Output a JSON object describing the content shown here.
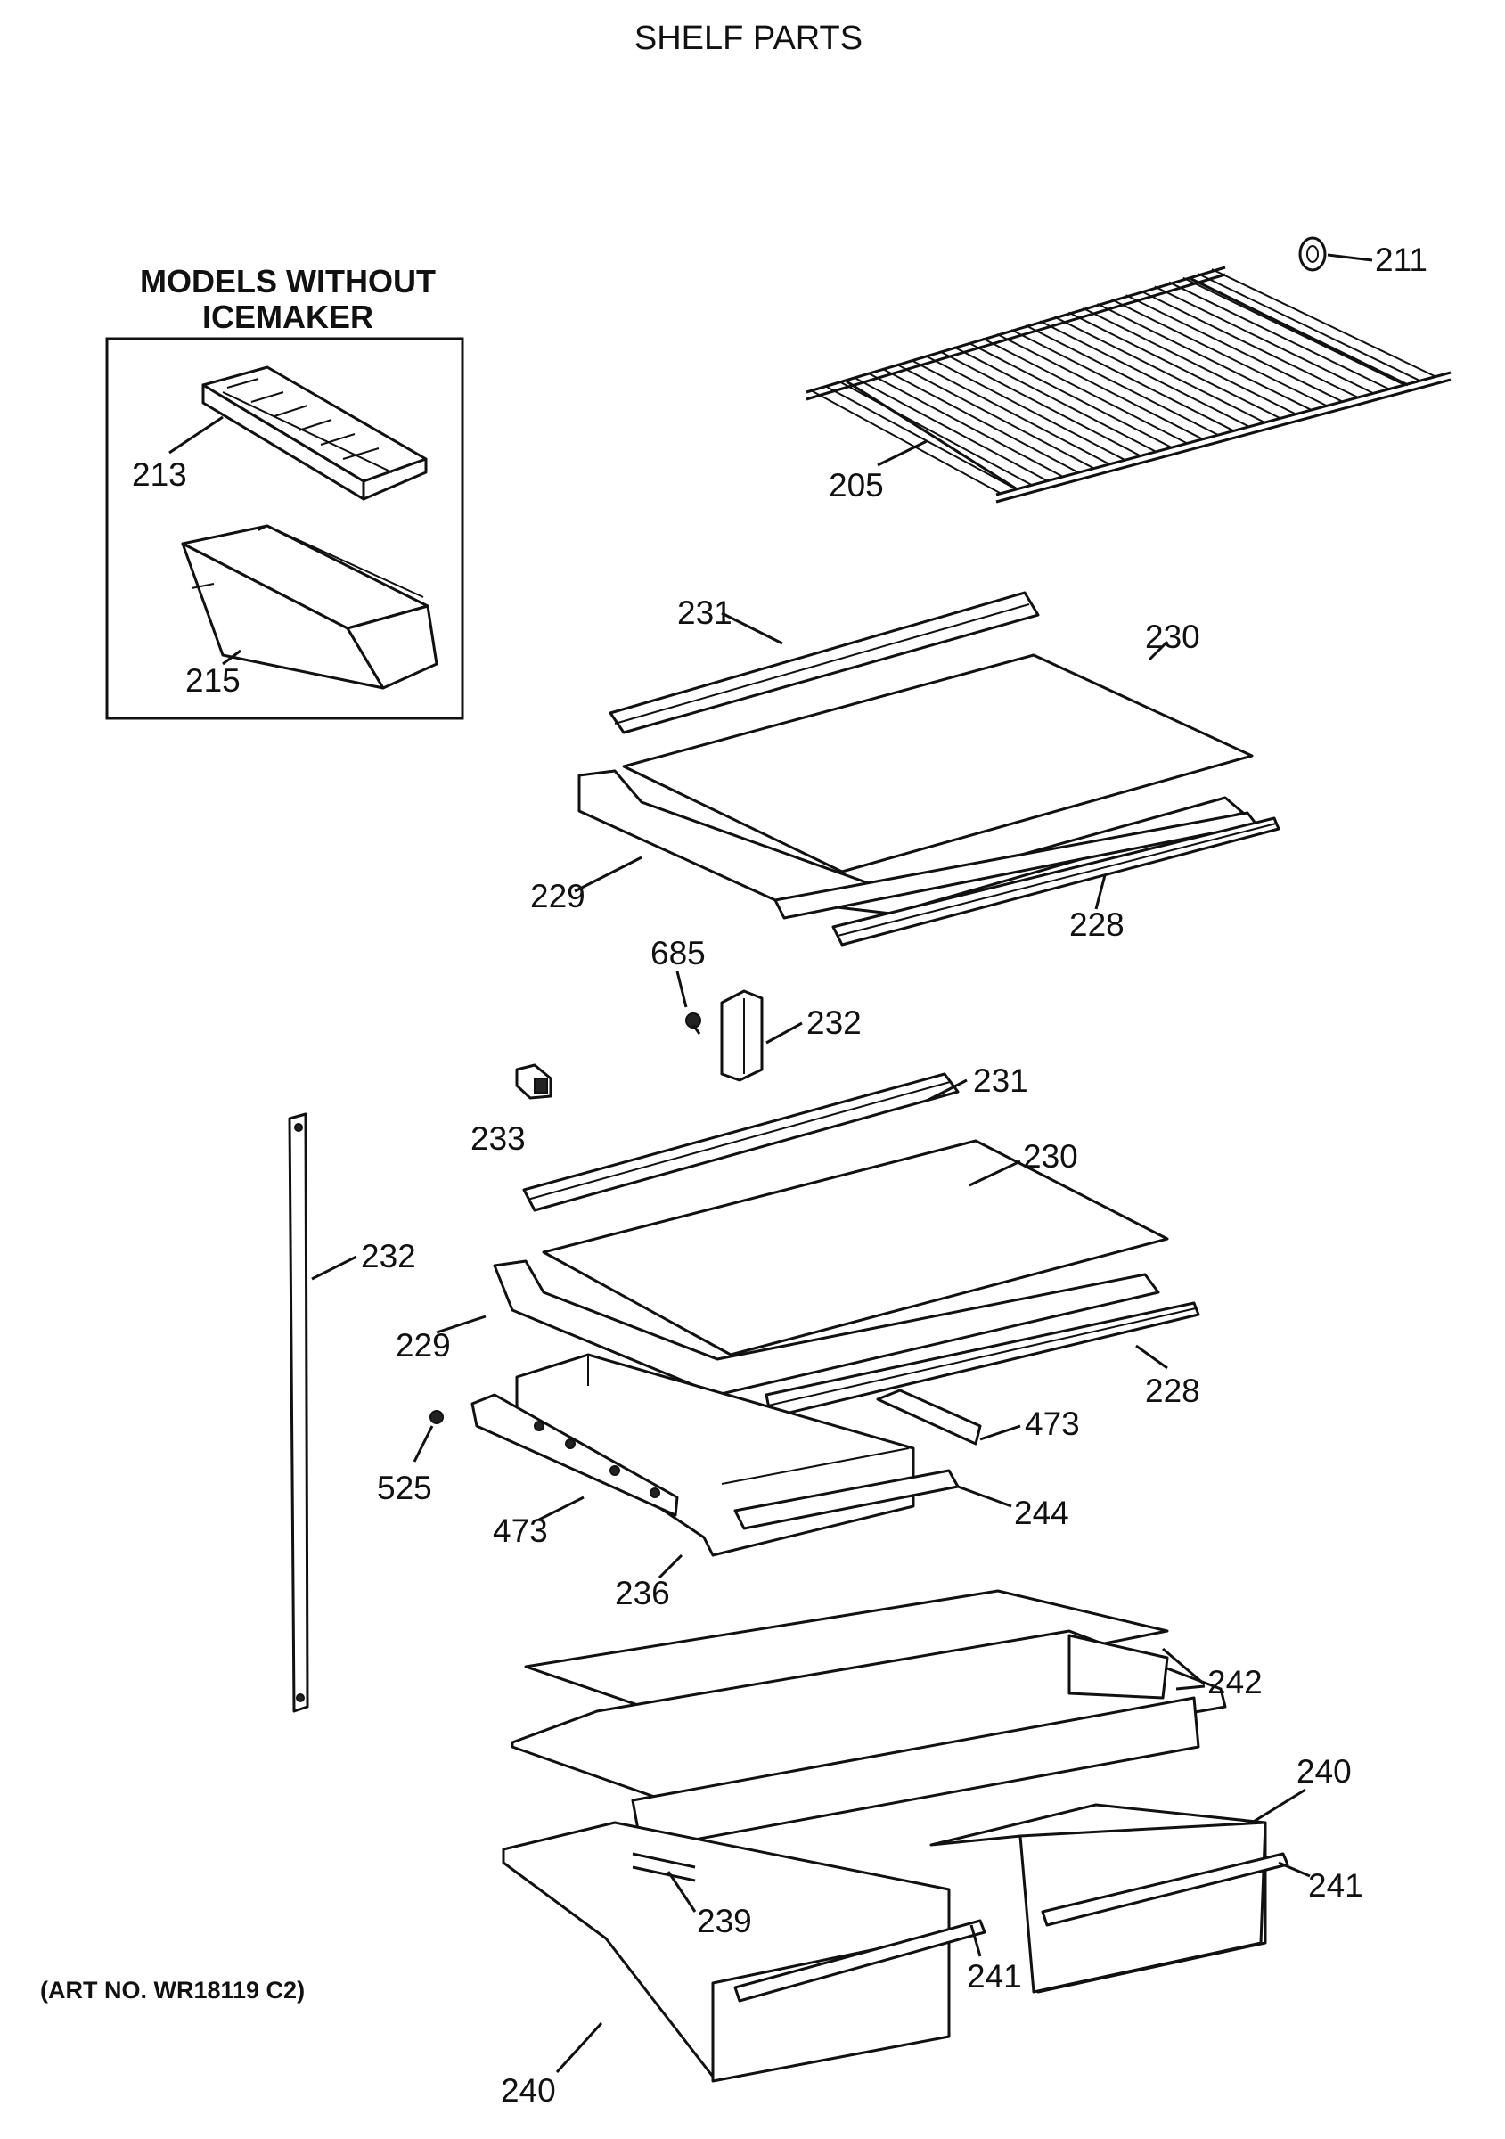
{
  "title": "SHELF PARTS",
  "inset_header_line1": "MODELS WITHOUT",
  "inset_header_line2": "ICEMAKER",
  "art_number": "(ART NO. WR18119 C2)",
  "callouts": {
    "p211": "211",
    "p205": "205",
    "p213": "213",
    "p215": "215",
    "p231a": "231",
    "p230a": "230",
    "p229a": "229",
    "p228a": "228",
    "p685": "685",
    "p232a": "232",
    "p231b": "231",
    "p233": "233",
    "p230b": "230",
    "p232b": "232",
    "p229b": "229",
    "p228b": "228",
    "p473a": "473",
    "p525": "525",
    "p473b": "473",
    "p244": "244",
    "p236": "236",
    "p242": "242",
    "p240a": "240",
    "p241a": "241",
    "p239": "239",
    "p241b": "241",
    "p240b": "240"
  }
}
